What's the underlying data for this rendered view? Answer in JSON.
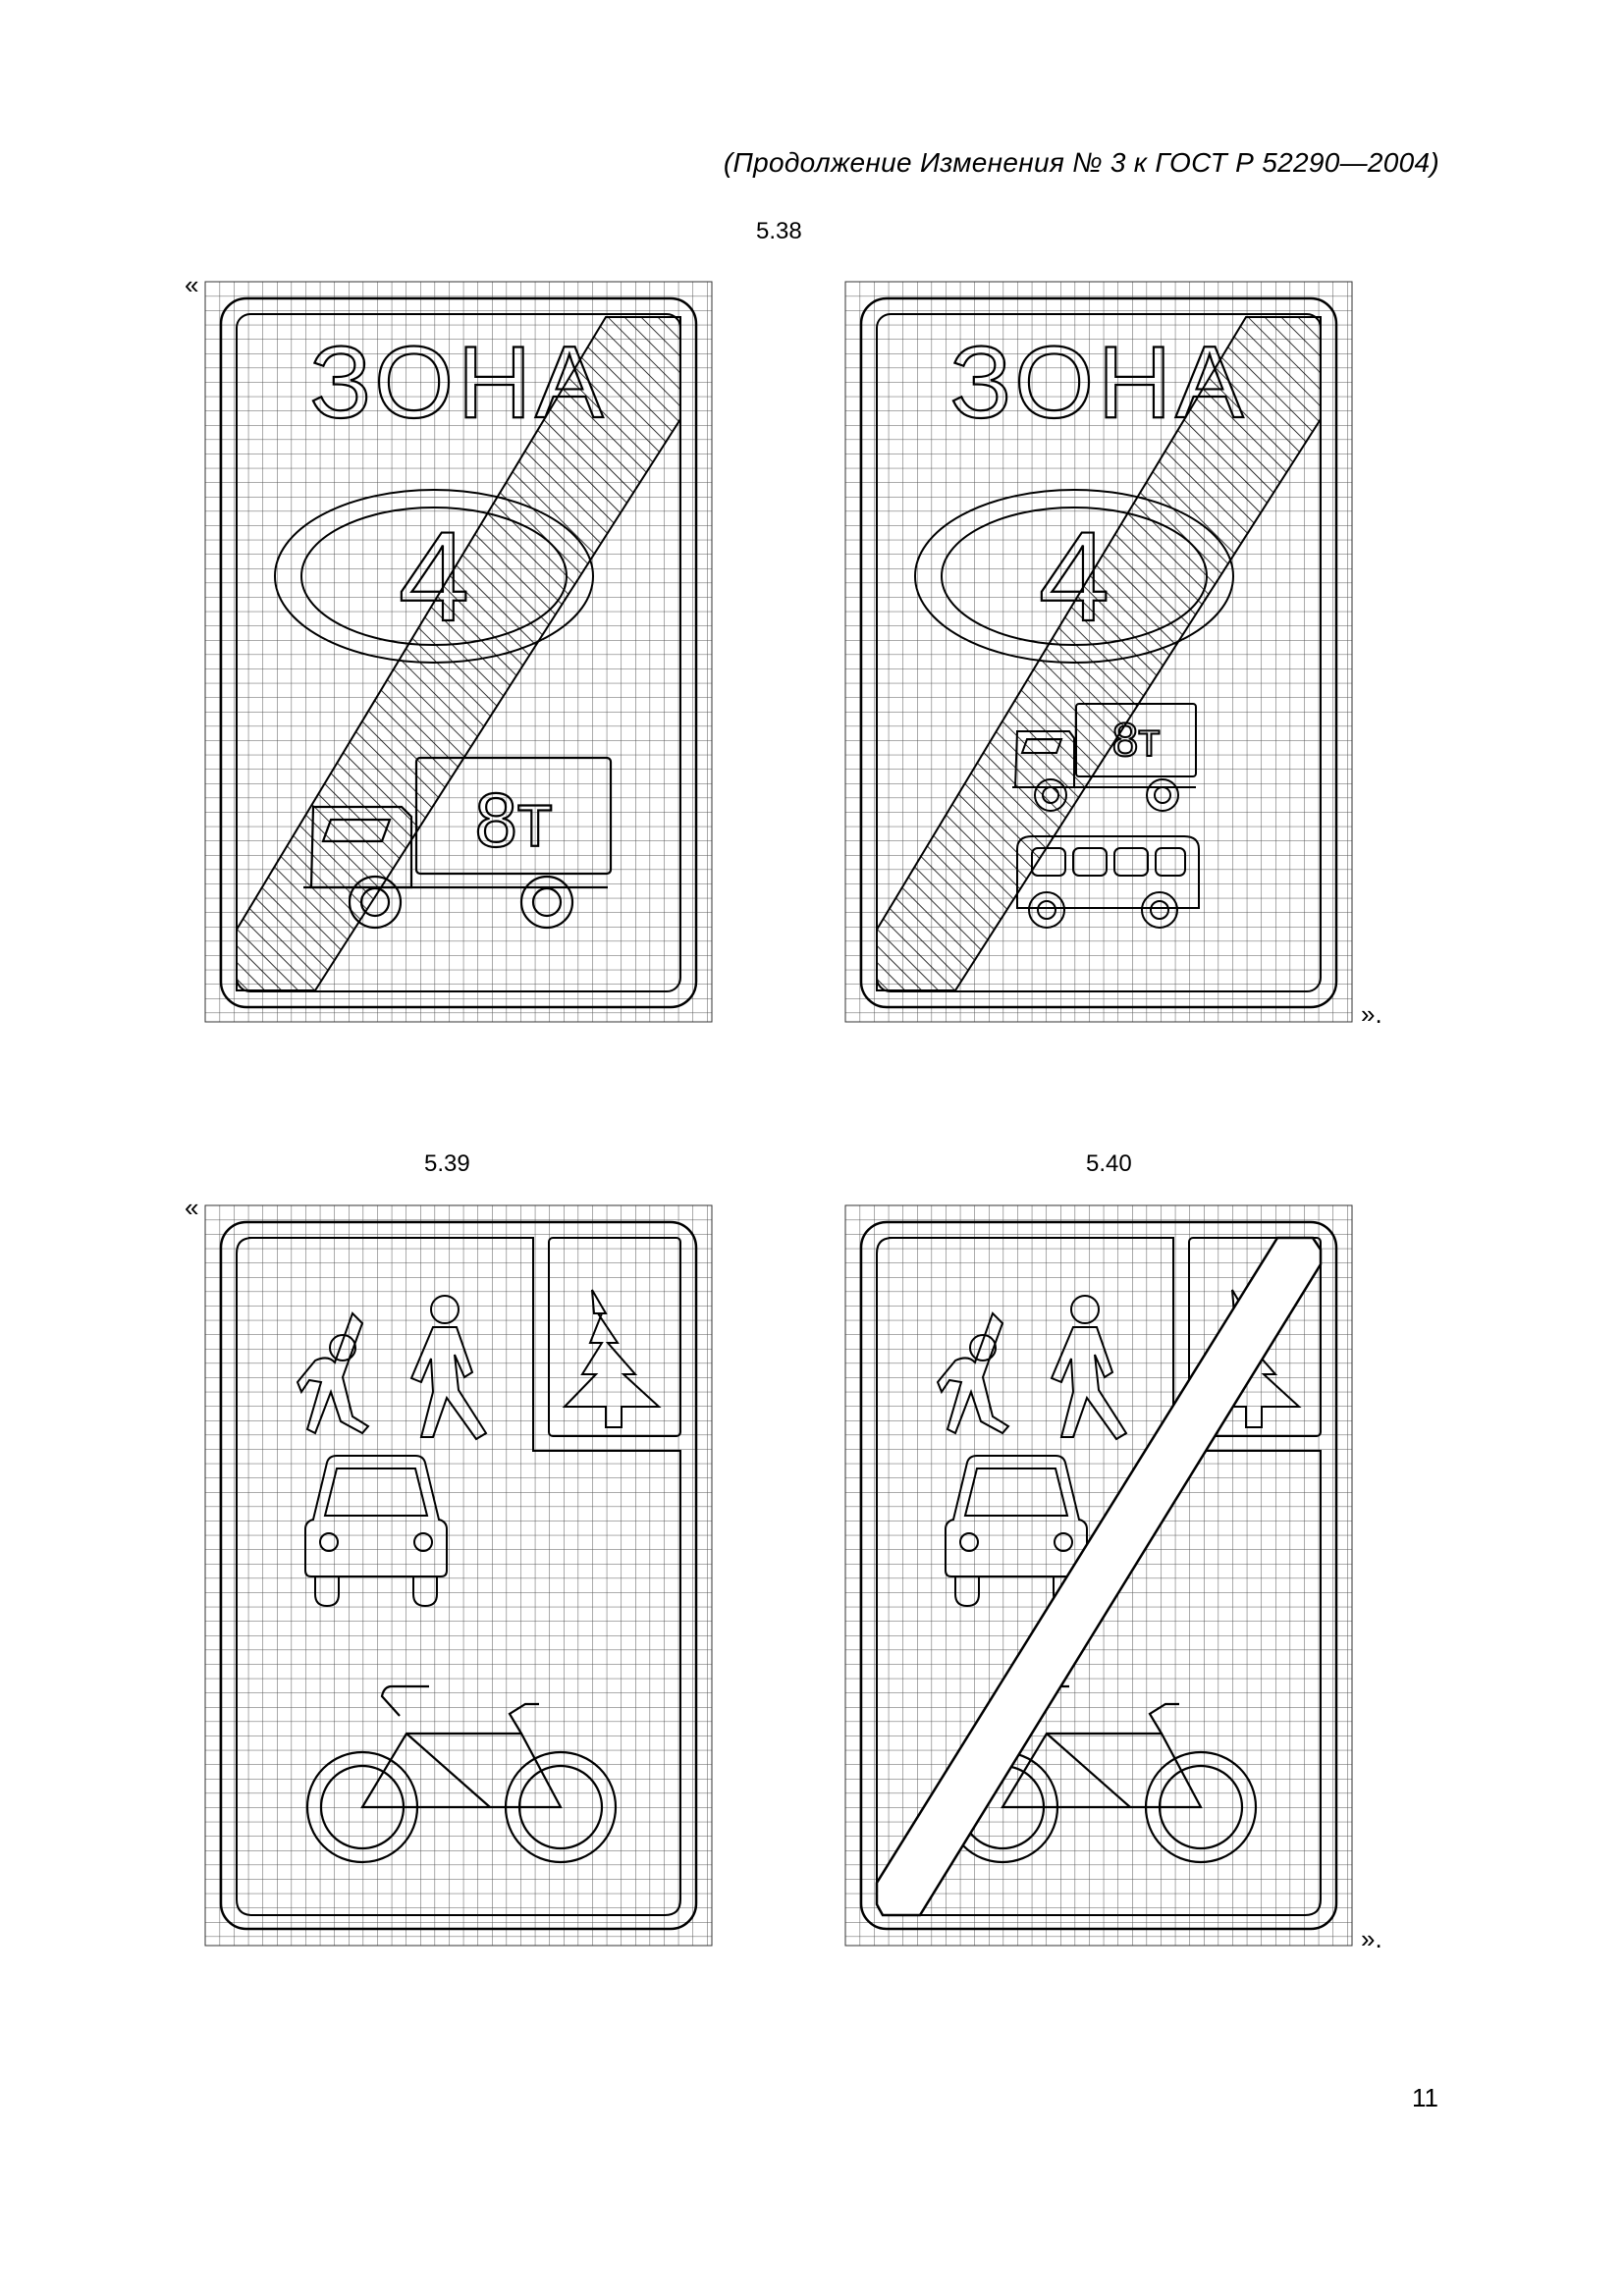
{
  "header": "(Продолжение Изменения № 3 к ГОСТ Р 52290—2004)",
  "figures": {
    "f538": {
      "label": "5.38",
      "zone_text": "ЗОНА",
      "mass_text": "8т"
    },
    "f539": {
      "label": "5.39"
    },
    "f540": {
      "label": "5.40"
    }
  },
  "quotes": {
    "open": "«",
    "close": "»."
  },
  "page_number": "11",
  "icons": [
    "zone-text",
    "ecological-class-ellipse-icon",
    "truck-icon",
    "bus-icon",
    "pedestrian-icon",
    "child-icon",
    "tree-icon",
    "car-icon",
    "bicycle-icon",
    "cancel-stripes-icon"
  ]
}
